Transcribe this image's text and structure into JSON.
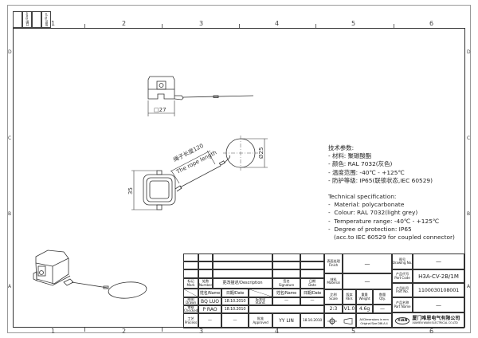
{
  "frame": {
    "columns": [
      "1",
      "2",
      "3",
      "4",
      "5",
      "6"
    ],
    "rows": [
      "D",
      "C",
      "B",
      "A"
    ],
    "revision_box": {
      "date_label": "日期/Date",
      "sign_label": "签名/Sign"
    }
  },
  "dimensions": {
    "width_square": "□27",
    "height": "35",
    "loop_diameter": "Ø25",
    "rope_length_cn": "绳子长度120",
    "rope_length_en": "The rope length"
  },
  "spec_cn": {
    "title": "技术参数:",
    "lines": [
      "- 材料: 聚碳酸酯",
      "- 颜色: RAL 7032(灰色)",
      "- 温度范围: -40℃ - +125℃",
      "- 防护等级: IP65(联锁状态,IEC 60529)"
    ]
  },
  "spec_en": {
    "title": "Technical specification:",
    "lines": [
      "-  Material: polycarbonate",
      "-  Colour: RAL 7032(light grey)",
      "-  Temperature range: -40℃ - +125℃",
      "-  Degree of protection: IP65",
      "   (acc.to IEC 60529 for coupled connector)"
    ]
  },
  "title_block": {
    "mark": "标记\nMark",
    "number": "处数\nNumber",
    "description": "更改描述/Description",
    "signature": "签名\nSignature",
    "date": "日期\nDate",
    "name_col": "姓名/Name",
    "date_col": "日期/Date",
    "drawn": "绘图\nDrawn",
    "drawn_name": "BQ  LUO",
    "drawn_date": "18.10.2010",
    "stand": "标准化\nStand.",
    "stand_name": "—",
    "stand_date": "—",
    "checked": "审核\nChecked",
    "checked_name": "P  RAO",
    "checked_date": "18.10.2010",
    "process": "工艺\nProcess",
    "process_name": "—",
    "process_date": "—",
    "approved": "批准\nApproved",
    "approved_name": "YY  LIN",
    "approved_date": "18.10.2010",
    "finish": "表面处理\nFinish",
    "finish_value": "—",
    "material": "材料\nMaterial",
    "material_value": "—",
    "scale": "比例\nScale",
    "scale_value": "2:3",
    "rev": "版本\nREV.",
    "rev_value": "V1.0",
    "weight": "重量\nWeight",
    "weight_value": "4.6g",
    "qty": "数量\nQty.",
    "qty_value": "—",
    "dims_note": "All Dimensions in mm\nOriginal Size DIN A 4",
    "drawing_no": "图号\nDrawing No.",
    "drawing_no_value": "—",
    "part_code": "产品代号\nPart Code",
    "part_code_value": "H3A-CV-2B/1M",
    "part_no": "产品料号\nPart No.",
    "part_no_value": "1100030108001",
    "part_name": "产品名称\nPart Name",
    "part_name_value": "—",
    "logo_text": "XIAN",
    "company_cn": "厦门唯恩电气有限公司",
    "company_en": "XIAMEN WAIN ELECTRICAL CO.LTD"
  }
}
